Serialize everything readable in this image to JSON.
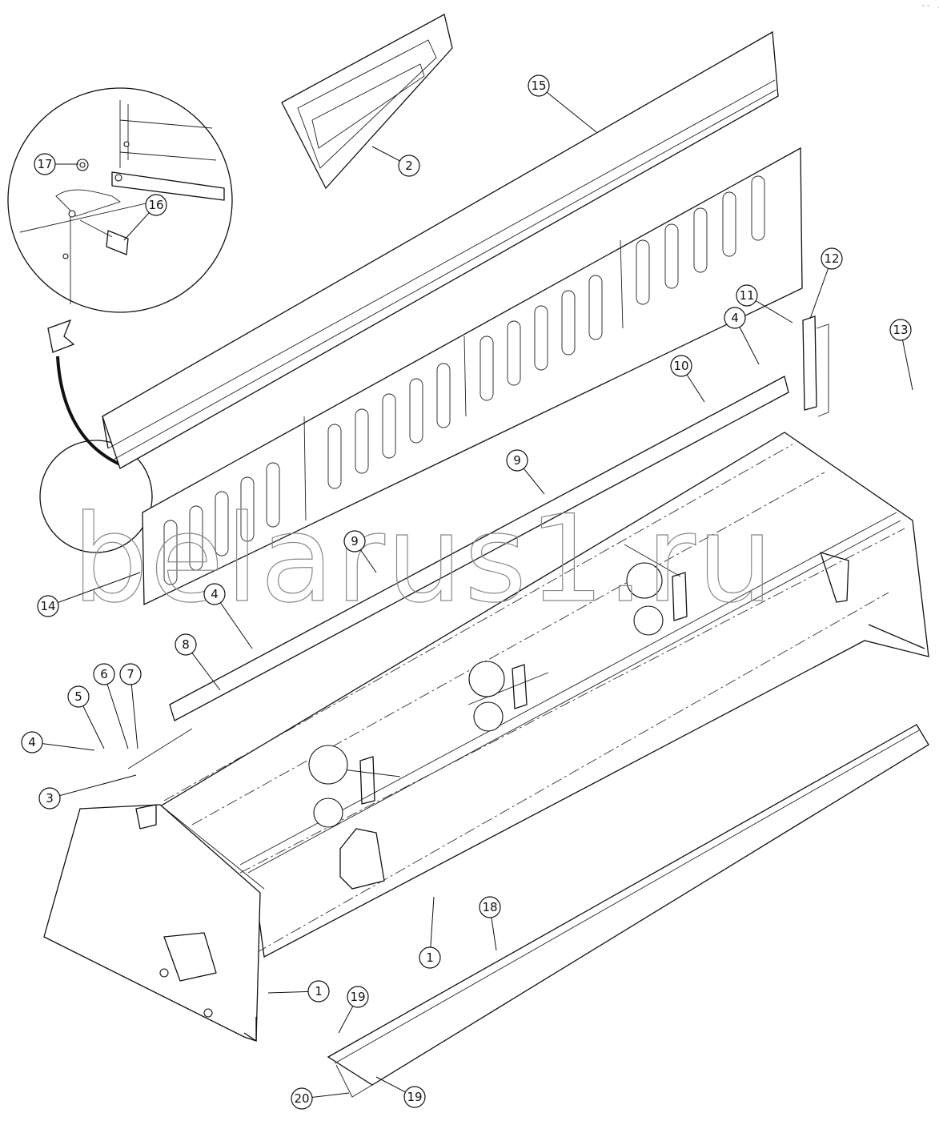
{
  "watermark": "belarus1.ru",
  "corner_mark": "-- .",
  "callouts": [
    {
      "id": "c1a",
      "label": "1"
    },
    {
      "id": "c1b",
      "label": "1"
    },
    {
      "id": "c2",
      "label": "2"
    },
    {
      "id": "c3",
      "label": "3"
    },
    {
      "id": "c4a",
      "label": "4"
    },
    {
      "id": "c4b",
      "label": "4"
    },
    {
      "id": "c4c",
      "label": "4"
    },
    {
      "id": "c5",
      "label": "5"
    },
    {
      "id": "c6",
      "label": "6"
    },
    {
      "id": "c7",
      "label": "7"
    },
    {
      "id": "c8",
      "label": "8"
    },
    {
      "id": "c9a",
      "label": "9"
    },
    {
      "id": "c9b",
      "label": "9"
    },
    {
      "id": "c10",
      "label": "10"
    },
    {
      "id": "c11",
      "label": "11"
    },
    {
      "id": "c12",
      "label": "12"
    },
    {
      "id": "c13",
      "label": "13"
    },
    {
      "id": "c14",
      "label": "14"
    },
    {
      "id": "c15",
      "label": "15"
    },
    {
      "id": "c16",
      "label": "16"
    },
    {
      "id": "c17",
      "label": "17"
    },
    {
      "id": "c18",
      "label": "18"
    },
    {
      "id": "c19a",
      "label": "19"
    },
    {
      "id": "c19b",
      "label": "19"
    },
    {
      "id": "c20",
      "label": "20"
    }
  ]
}
